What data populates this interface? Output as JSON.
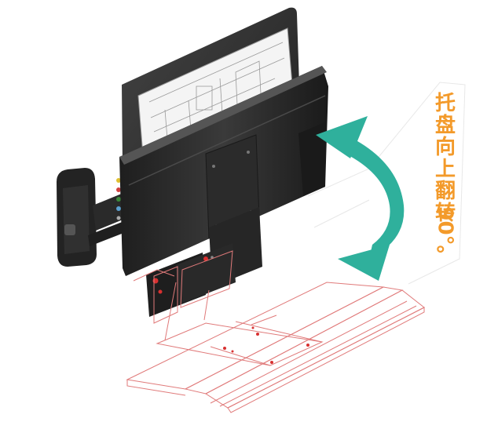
{
  "caption": {
    "text": "托盘向上翻转90°。",
    "chars": [
      "托",
      "盘",
      "向",
      "上",
      "翻",
      "转"
    ],
    "rotated": "90°。"
  },
  "colors": {
    "caption": "#f39a2a",
    "arrow": "#2fb09c",
    "tray_outline": "#e07a7a",
    "device_body": "#2a2a2a"
  },
  "icons": {
    "arrow": "curved-double-arrow-icon"
  }
}
